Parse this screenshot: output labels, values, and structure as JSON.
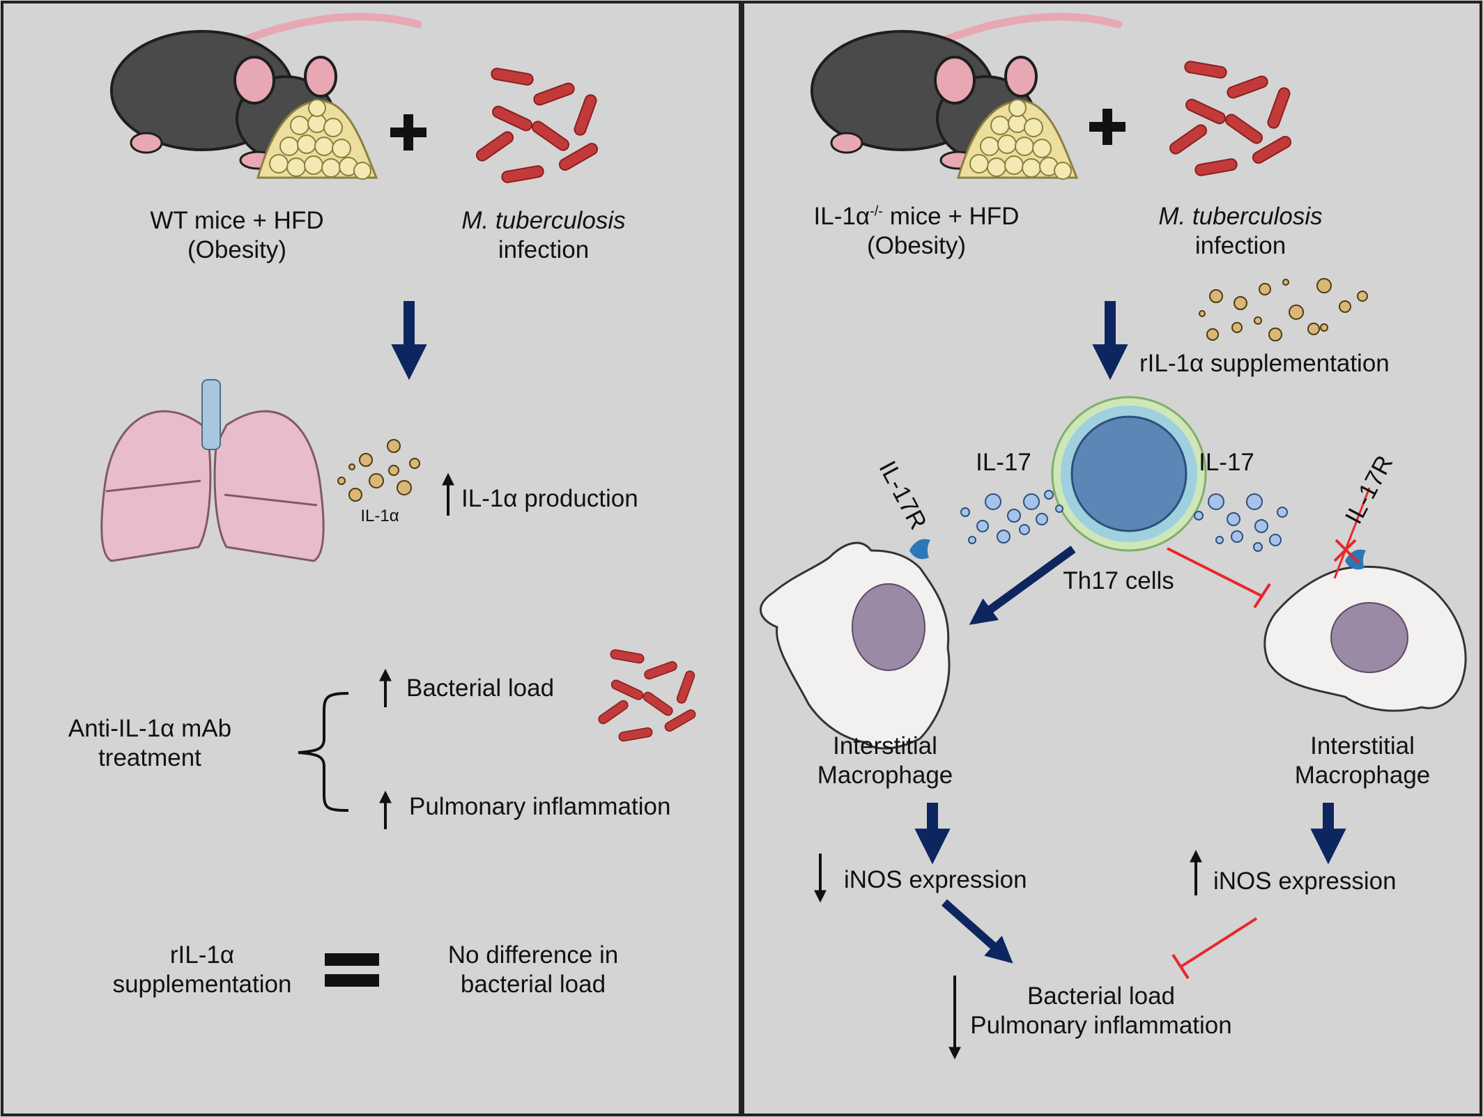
{
  "left_panel": {
    "mouse_label_line1": "WT mice + HFD",
    "mouse_label_line2": "(Obesity)",
    "pathogen_label_line1": "M. tuberculosis",
    "pathogen_label_line2": "infection",
    "lung_cytokine_label": "IL-1α",
    "production_label": "IL-1α production",
    "treatment_label_line1": "Anti-IL-1α mAb",
    "treatment_label_line2": "treatment",
    "outcome_1": "Bacterial load",
    "outcome_2": "Pulmonary inflammation",
    "supplement_label_line1": "rIL-1α",
    "supplement_label_line2": "supplementation",
    "result_line1": "No difference in",
    "result_line2": "bacterial load"
  },
  "right_panel": {
    "mouse_label_base": "IL-1α",
    "mouse_label_sup": "-/-",
    "mouse_label_rest": " mice + HFD",
    "mouse_label_line2": "(Obesity)",
    "pathogen_label_line1": "M. tuberculosis",
    "pathogen_label_line2": "infection",
    "supplement_label": "rIL-1α supplementation",
    "cytokine_left": "IL-17",
    "cytokine_right": "IL-17",
    "th17_label": "Th17 cells",
    "receptor_left": "IL-17R",
    "receptor_right": "IL-17R",
    "macrophage_left_line1": "Interstitial",
    "macrophage_left_line2": "Macrophage",
    "macrophage_right_line1": "Interstitial",
    "macrophage_right_line2": "Macrophage",
    "inos_left": "iNOS expression",
    "inos_right": "iNOS expression",
    "outcome_line1": "Bacterial load",
    "outcome_line2": "Pulmonary inflammation"
  },
  "colors": {
    "background": "#d4d4d4",
    "arrow_navy": "#0d2660",
    "inhibit_red": "#e8262b",
    "mouse_body": "#4a4a4a",
    "bacteria_red": "#c23a3a",
    "lung_pink": "#e9bccb",
    "food_yellow": "#ecdf9e",
    "th17_nucleus": "#5b86b5",
    "macrophage_body": "#f3f0f0",
    "macrophage_nucleus": "#9a8aa5",
    "receptor_blue": "#2a78b8",
    "il17_dot": "#a8c3eb"
  }
}
